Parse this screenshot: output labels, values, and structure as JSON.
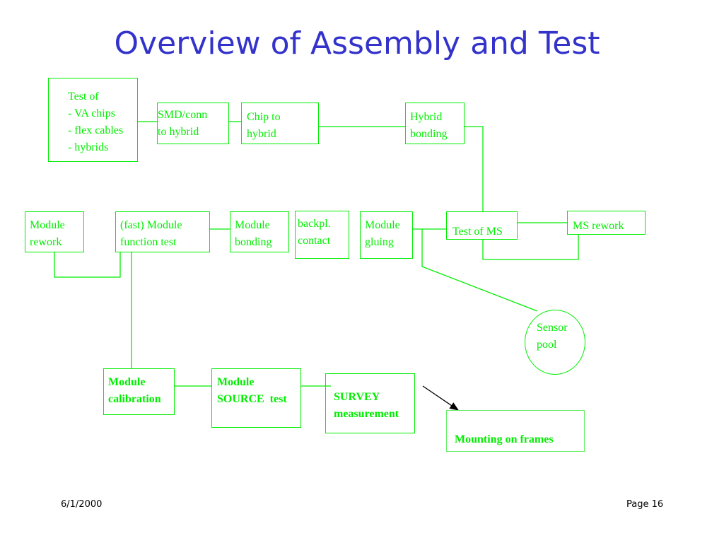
{
  "slide": {
    "title": "Overview of Assembly and Test",
    "footer_date": "6/1/2000",
    "footer_page": "Page 16"
  },
  "nodes": {
    "test_of": "Test of\n- VA chips\n- flex cables\n- hybrids",
    "smd_conn": "SMD/conn\nto hybrid",
    "chip_to_hybrid": "Chip to\nhybrid",
    "hybrid_bonding": "Hybrid\nbonding",
    "module_rework": "Module\nrework",
    "fast_module_function_test": "(fast) Module\nfunction test",
    "module_bonding": "Module\nbonding",
    "backpl_contact": "backpl.\ncontact",
    "module_gluing": "Module\ngluing",
    "test_of_ms": "Test of MS",
    "ms_rework": "MS rework",
    "sensor_pool": "Sensor\npool",
    "module_calibration": "Module\ncalibration",
    "module_source_test": "Module\nSOURCE  test",
    "survey_measurement": "SURVEY\nmeasurement",
    "mounting_on_frames": "Mounting on frames"
  },
  "colors": {
    "title": "#3333cc",
    "diagram": "#00ee00",
    "arrow": "#000000"
  }
}
